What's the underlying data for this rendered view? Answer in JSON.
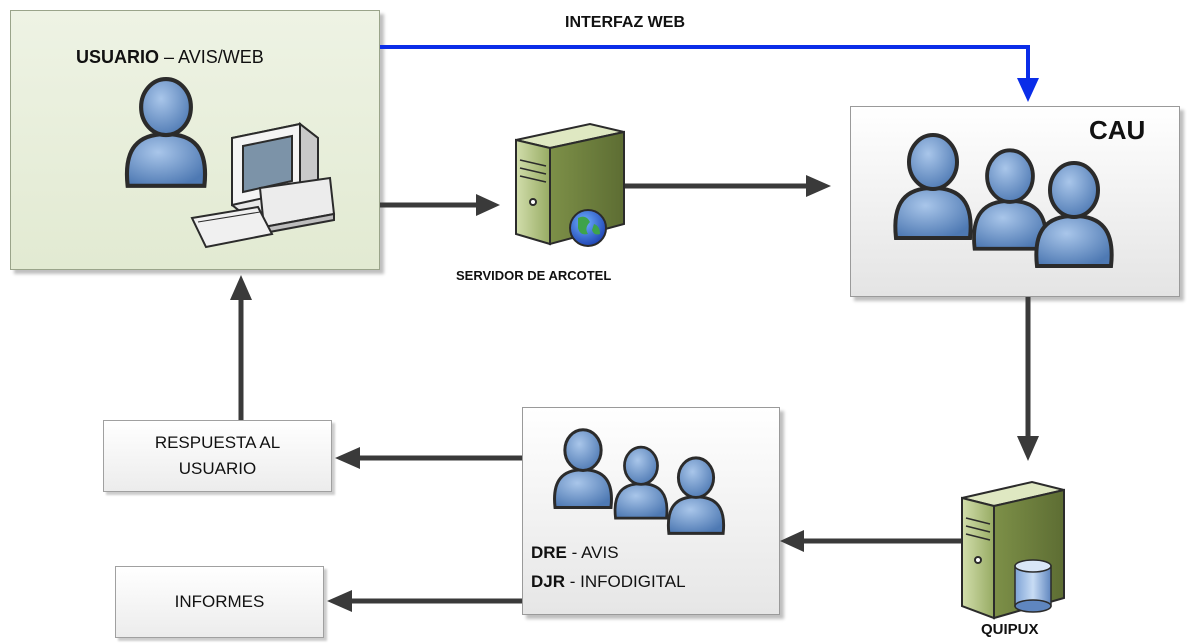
{
  "usuario": {
    "title_bold": "USUARIO",
    "title_rest": " – AVIS/WEB"
  },
  "interfaz_web": "INTERFAZ WEB",
  "servidor_arcotel": "SERVIDOR DE ARCOTEL",
  "cau": "CAU",
  "quipux": "QUIPUX",
  "respuesta": "RESPUESTA AL USUARIO",
  "informes": "INFORMES",
  "dre": {
    "bold": "DRE",
    "rest": " - AVIS"
  },
  "djr": {
    "bold": "DJR",
    "rest": " - INFODIGITAL"
  },
  "colors": {
    "web_arrow": "#0a2de8",
    "flow_arrow": "#3a3a3a",
    "person": "#6f97c9",
    "server": "#a9bb79"
  }
}
